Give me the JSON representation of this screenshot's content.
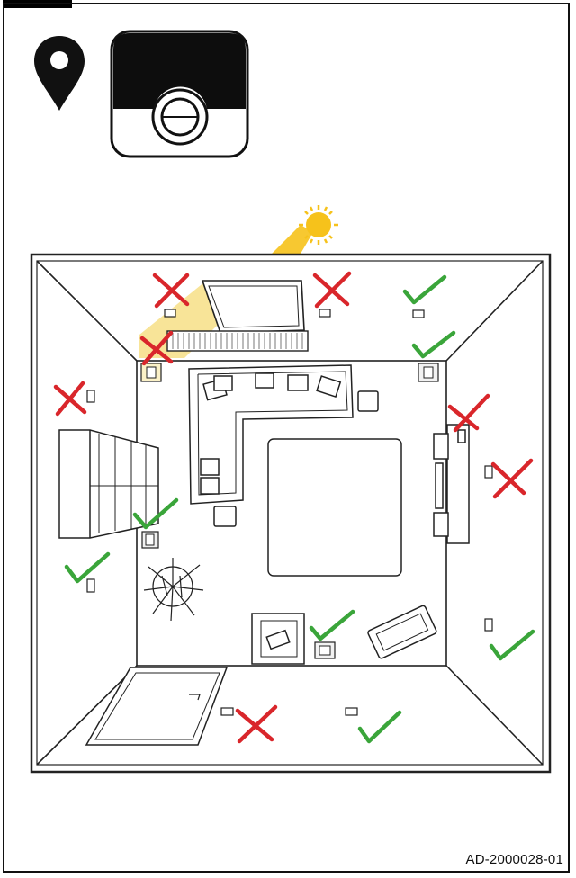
{
  "document": {
    "code": "AD-2000028-01"
  },
  "icons": {
    "location_pin": "location-pin-icon",
    "thermostat": "thermostat-device-icon",
    "sun": "sun-icon",
    "valid": "green-check",
    "invalid": "red-cross"
  },
  "colors": {
    "check": "#3aa53a",
    "cross": "#d9262b",
    "sun": "#f6c21b",
    "sunbeam": "#f7df86",
    "line": "#222222"
  },
  "placements": [
    {
      "id": "top-wall-left",
      "status": "invalid"
    },
    {
      "id": "top-wall-middle",
      "status": "invalid"
    },
    {
      "id": "top-wall-right",
      "status": "valid"
    },
    {
      "id": "back-corner-left-sunlit",
      "status": "invalid"
    },
    {
      "id": "back-corner-right",
      "status": "valid"
    },
    {
      "id": "left-wall-upper",
      "status": "invalid"
    },
    {
      "id": "right-wall-back-tv",
      "status": "invalid"
    },
    {
      "id": "right-wall-upper",
      "status": "invalid"
    },
    {
      "id": "back-wall-by-shelf",
      "status": "valid"
    },
    {
      "id": "left-wall-lower",
      "status": "valid"
    },
    {
      "id": "back-wall-by-armchair",
      "status": "valid"
    },
    {
      "id": "right-wall-lower",
      "status": "valid"
    },
    {
      "id": "floor-by-door",
      "status": "invalid"
    },
    {
      "id": "floor-front-right",
      "status": "valid"
    }
  ]
}
